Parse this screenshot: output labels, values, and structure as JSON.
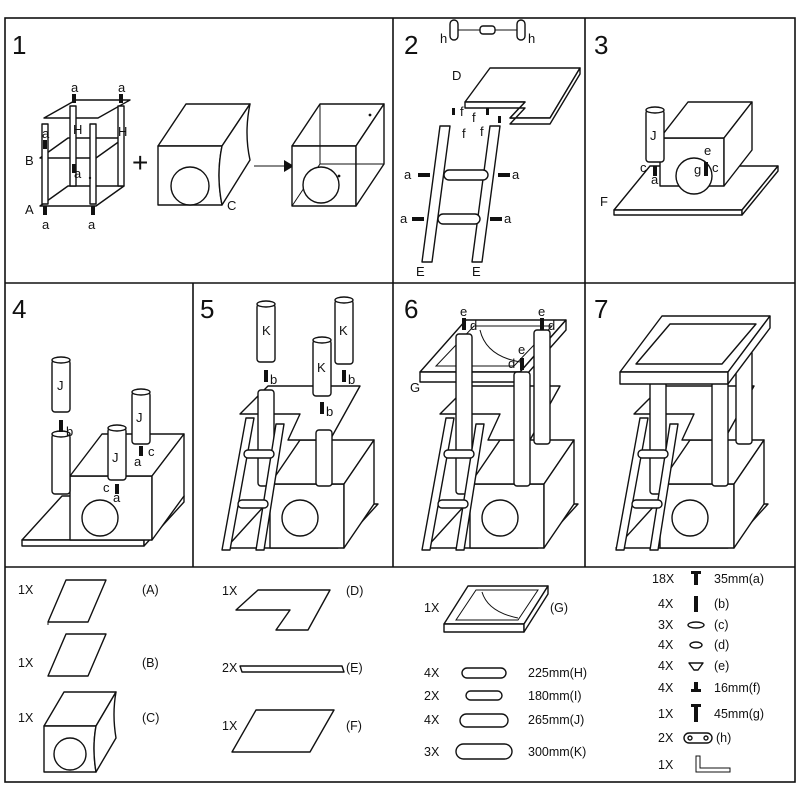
{
  "steps": [
    "1",
    "2",
    "3",
    "4",
    "5",
    "6",
    "7"
  ],
  "step1": {
    "labels": [
      "a",
      "a",
      "H",
      "H",
      "a",
      "a",
      "B",
      "A",
      "a",
      "a",
      "C"
    ],
    "plus": "+"
  },
  "step2": {
    "labels": [
      "h",
      "h",
      "D",
      "f",
      "f",
      "f",
      "f",
      "a",
      "a",
      "a",
      "a",
      "E",
      "E"
    ]
  },
  "step3": {
    "labels": [
      "J",
      "e",
      "c",
      "a",
      "g",
      "c",
      "F"
    ]
  },
  "step4": {
    "labels": [
      "J",
      "b",
      "J",
      "J",
      "c",
      "a",
      "c",
      "a"
    ]
  },
  "step5": {
    "labels": [
      "K",
      "K",
      "K",
      "b",
      "b",
      "b"
    ]
  },
  "step6": {
    "labels": [
      "e",
      "d",
      "e",
      "d",
      "e",
      "d",
      "G"
    ]
  },
  "parts_boards": [
    {
      "qty": "1X",
      "code": "(A)"
    },
    {
      "qty": "1X",
      "code": "(B)"
    },
    {
      "qty": "1X",
      "code": "(C)"
    },
    {
      "qty": "1X",
      "code": "(D)"
    },
    {
      "qty": "2X",
      "code": "(E)"
    },
    {
      "qty": "1X",
      "code": "(F)"
    },
    {
      "qty": "1X",
      "code": "(G)"
    }
  ],
  "parts_tubes": [
    {
      "qty": "4X",
      "size": "225mm(H)"
    },
    {
      "qty": "2X",
      "size": "180mm(I)"
    },
    {
      "qty": "4X",
      "size": "265mm(J)"
    },
    {
      "qty": "3X",
      "size": "300mm(K)"
    }
  ],
  "parts_hardware": [
    {
      "qty": "18X",
      "size": "35mm(a)"
    },
    {
      "qty": "4X",
      "size": "(b)"
    },
    {
      "qty": "3X",
      "size": "(c)"
    },
    {
      "qty": "4X",
      "size": "(d)"
    },
    {
      "qty": "4X",
      "size": "(e)"
    },
    {
      "qty": "4X",
      "size": "16mm(f)"
    },
    {
      "qty": "1X",
      "size": "45mm(g)"
    },
    {
      "qty": "2X",
      "size": "(h)"
    },
    {
      "qty": "1X",
      "size": ""
    }
  ]
}
